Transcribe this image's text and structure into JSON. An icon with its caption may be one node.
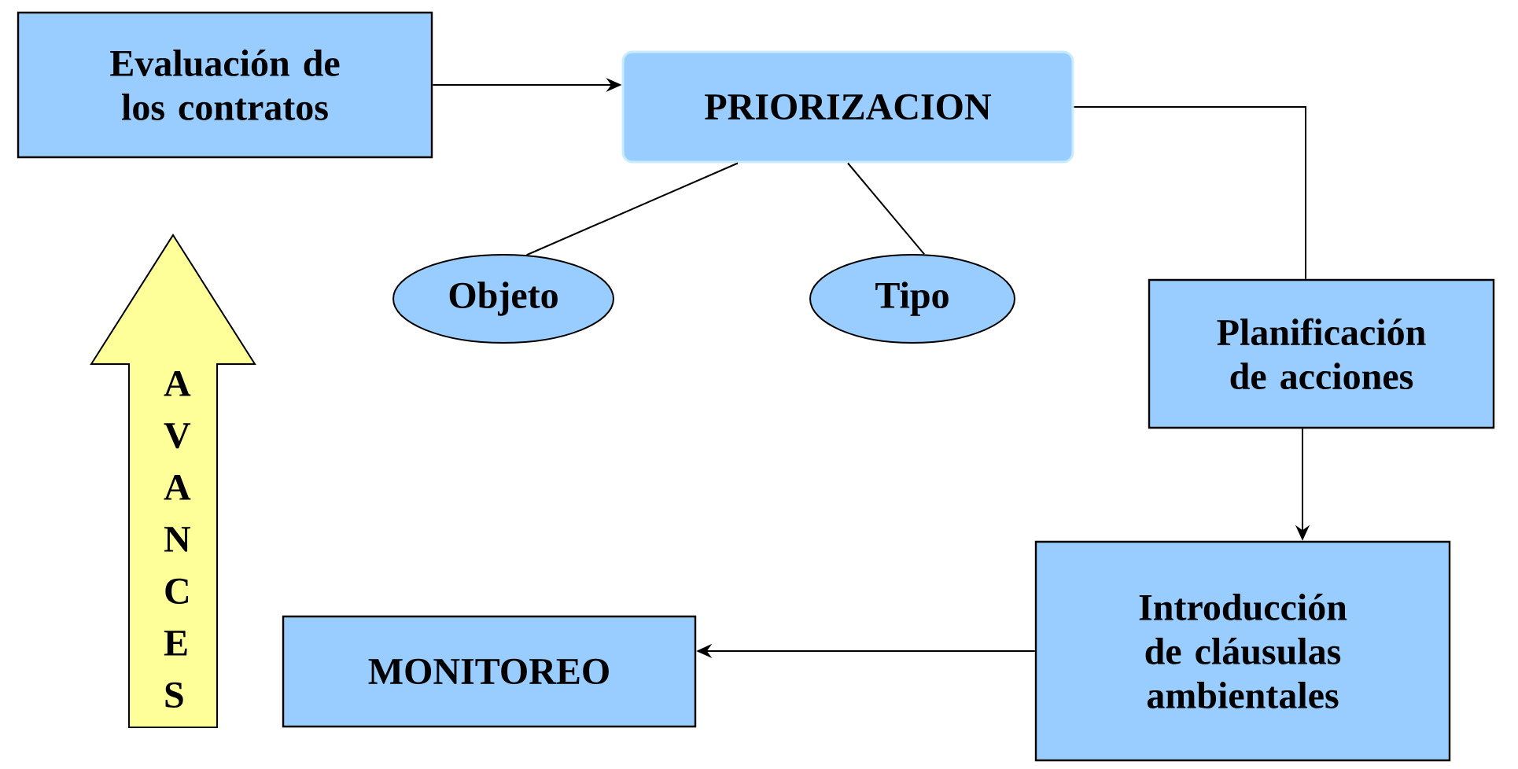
{
  "diagram": {
    "nodes": [
      {
        "text": [
          "Evaluación de los contratos"
        ]
      },
      {
        "text": [
          "PRIORIZACION"
        ]
      },
      {
        "text": [
          "Objeto"
        ]
      },
      {
        "text": [
          "Tipo"
        ]
      },
      {
        "text": [
          "Planificación de acciones"
        ]
      },
      {
        "text": [
          "Introducción de cláusulas ambientales"
        ]
      },
      {
        "text": [
          "MONITOREO"
        ]
      },
      {
        "text": [
          "AVANCES"
        ]
      }
    ],
    "edges": [
      {
        "from": 0,
        "to": 1,
        "arrow": "to"
      },
      {
        "from": 1,
        "to": 2,
        "arrow": "none"
      },
      {
        "from": 1,
        "to": 3,
        "arrow": "none"
      },
      {
        "from": 1,
        "to": 4,
        "arrow": "none"
      },
      {
        "from": 4,
        "to": 5,
        "arrow": "to"
      },
      {
        "from": 5,
        "to": 6,
        "arrow": "to"
      }
    ]
  }
}
